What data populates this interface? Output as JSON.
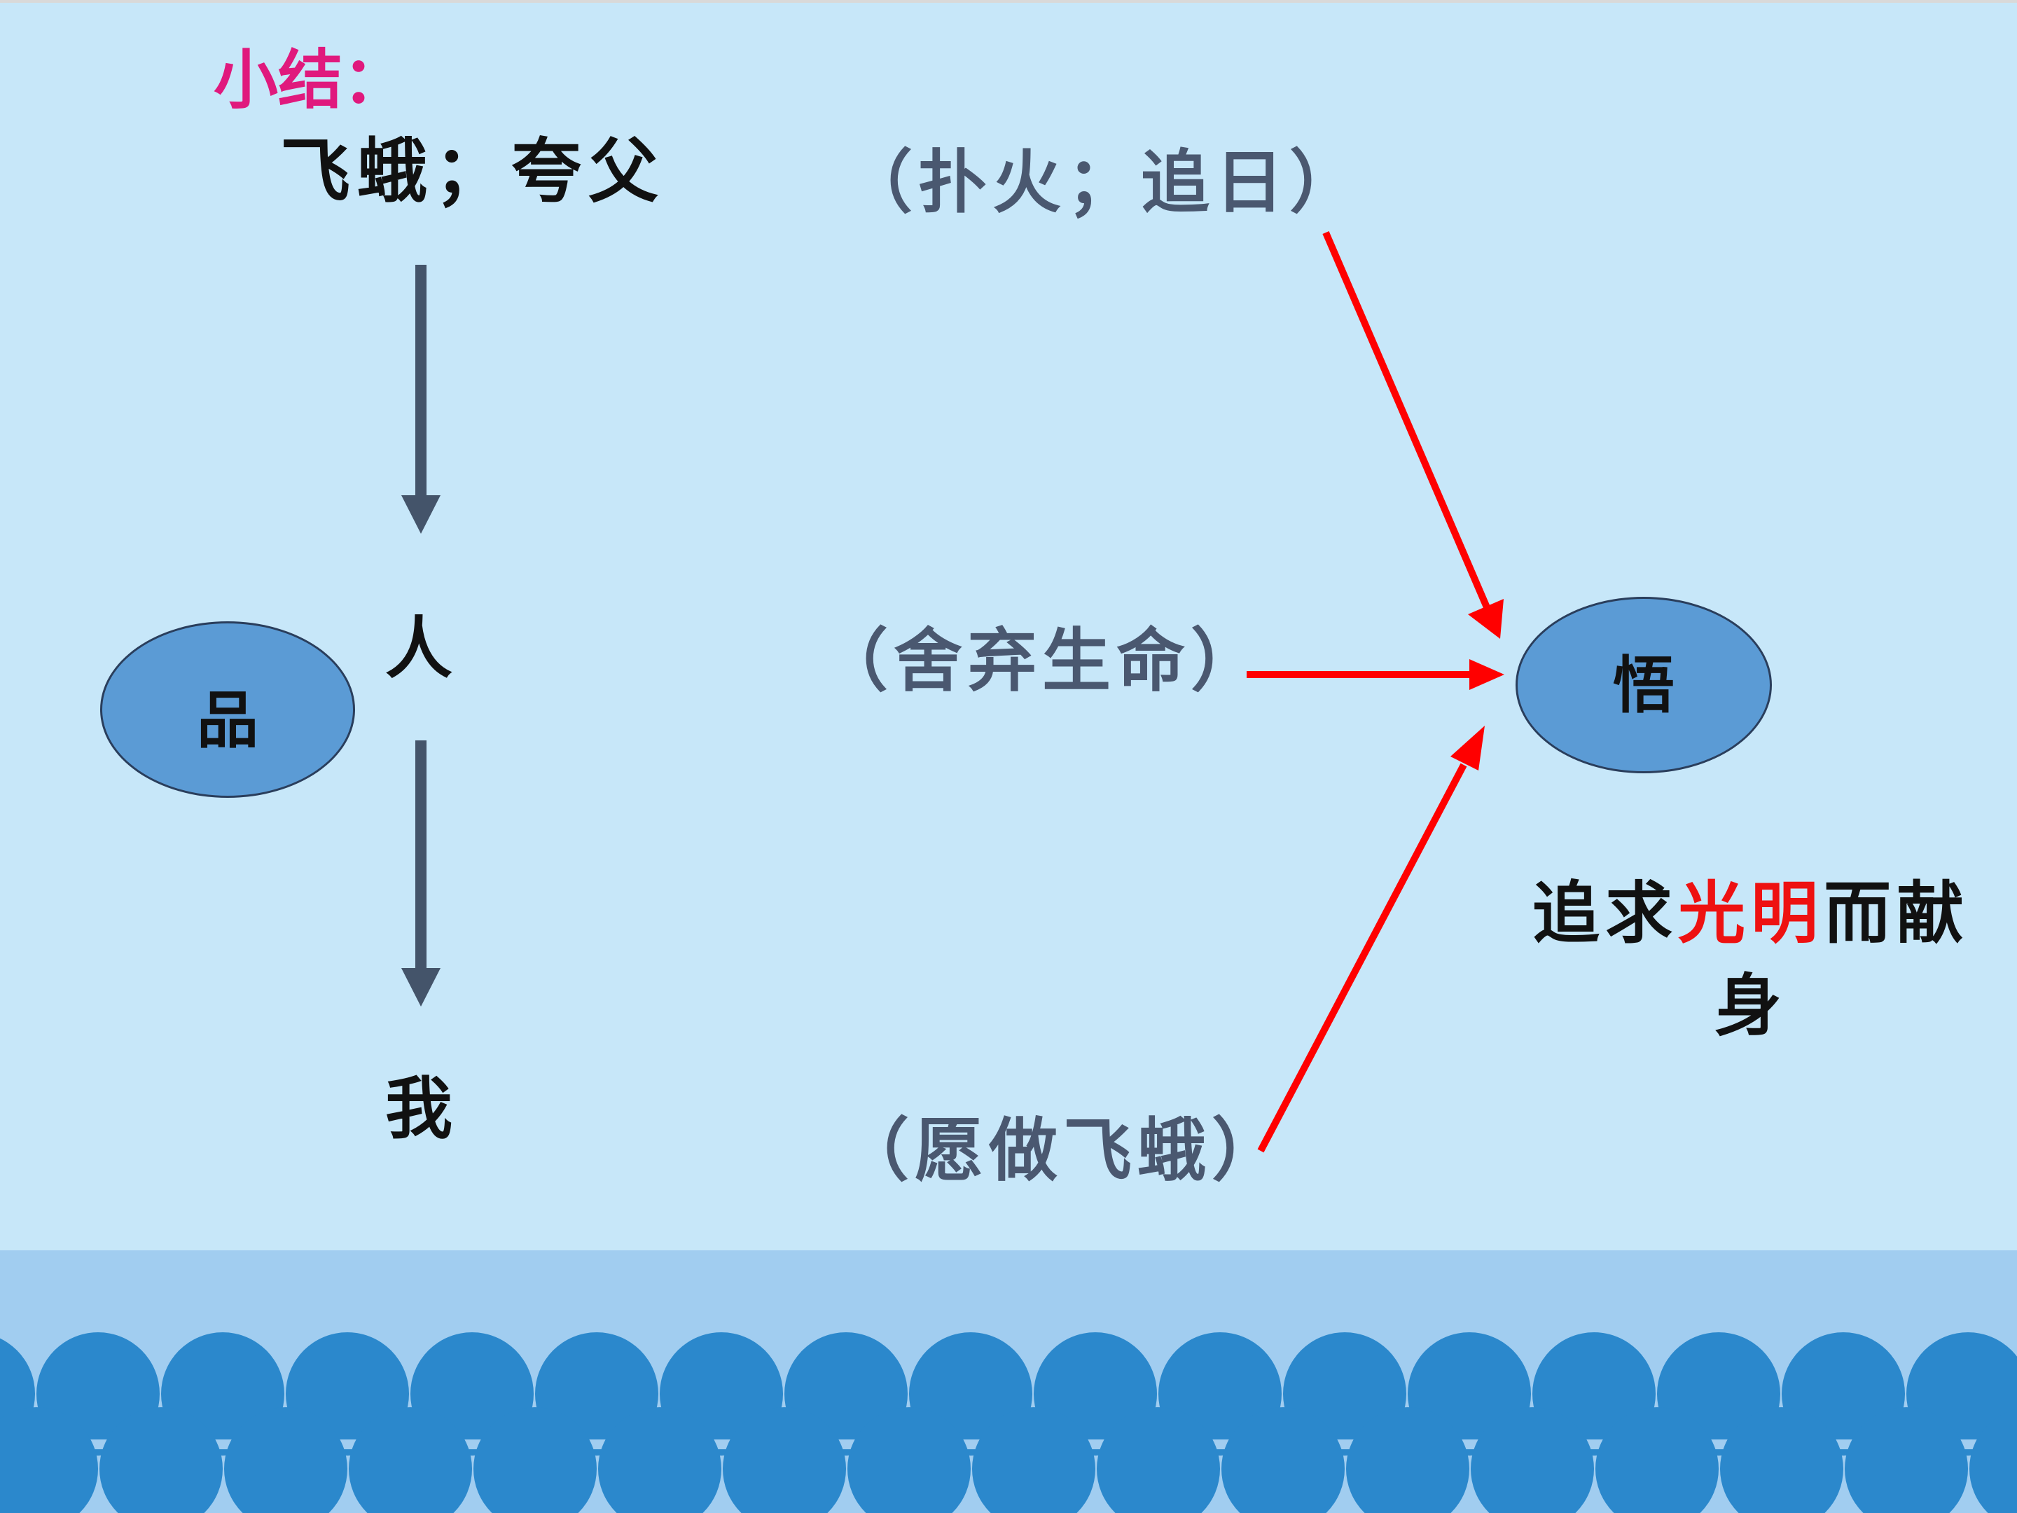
{
  "slide": {
    "summary_title": "小结：",
    "keywords": "飞蛾；夸父",
    "phrases": {
      "chase": "（扑火；追日）",
      "sacrifice": "（舍弃生命）",
      "wish": "（愿做飞蛾）"
    },
    "left_column": {
      "ren": "人",
      "wo": "我"
    },
    "pin_label": "品",
    "wu_label": "悟",
    "conclusion": {
      "part1": "追求",
      "highlight": "光明",
      "part2": "而献身"
    }
  },
  "colors": {
    "background": "#c7e7f9",
    "title_pink": "#e0197d",
    "phrase_gray": "#4a5870",
    "ellipse_fill": "#5b9bd5",
    "arrow_red": "#ff0000",
    "arrow_dark": "#44546a",
    "wave_blue": "#2b88cc",
    "band_blue": "#a1cdf0"
  }
}
